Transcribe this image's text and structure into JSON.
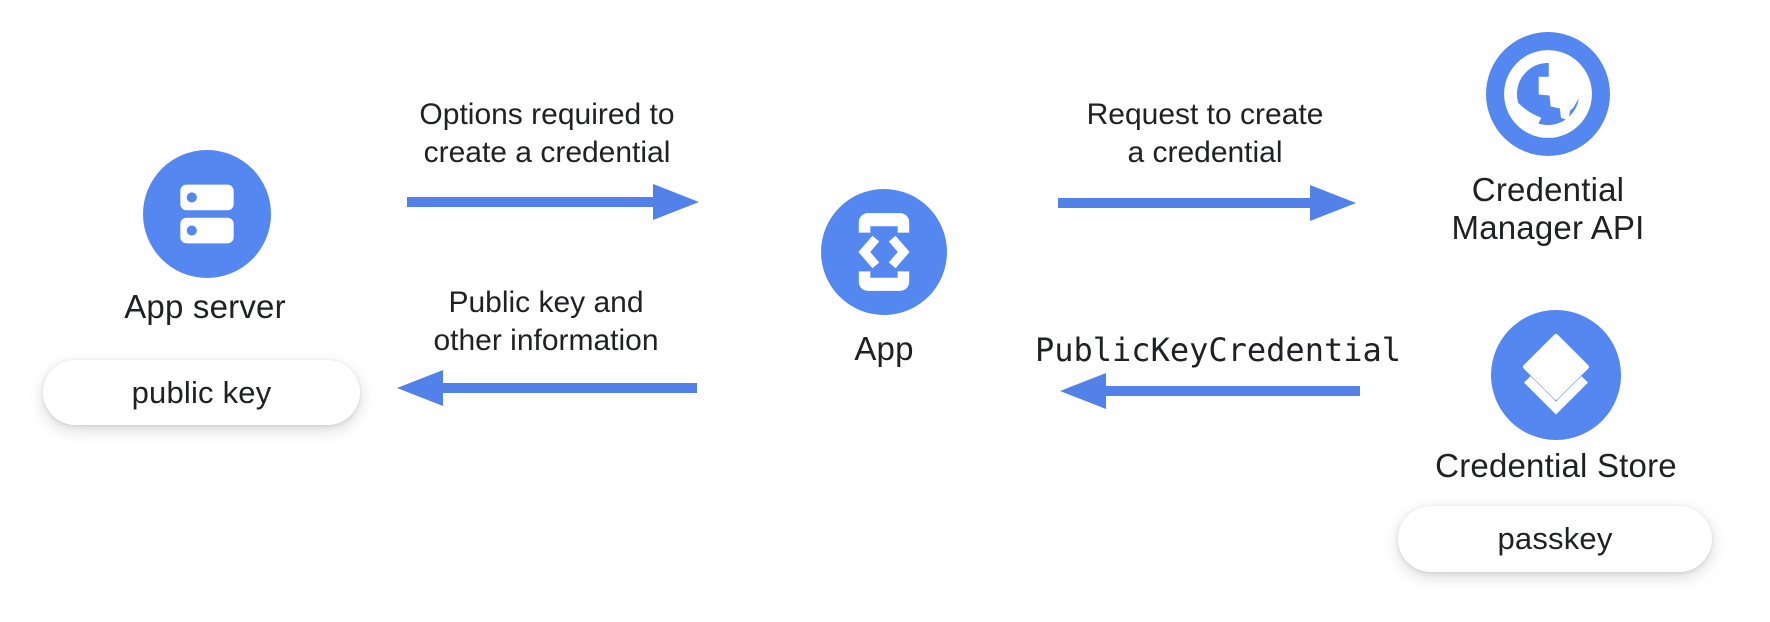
{
  "theme": {
    "circle_blue": "#5587F0",
    "arrow_blue": "#5181E9",
    "text_dark": "#202124",
    "pill_bg": "#FFFFFF",
    "canvas_bg": "#FFFFFF"
  },
  "nodes": {
    "app_server": {
      "label": "App server",
      "icon": "server-icon",
      "badge": "public key"
    },
    "app": {
      "label": "App",
      "icon": "phone-code-icon"
    },
    "credential_manager_api": {
      "lines": [
        "Credential",
        "Manager API"
      ],
      "icon": "globe-icon"
    },
    "credential_store": {
      "label": "Credential Store",
      "icon": "layers-icon",
      "badge": "passkey"
    }
  },
  "arrows": [
    {
      "name": "options-to-create",
      "direction": "right",
      "lines": [
        "Options required to",
        "create a credential"
      ]
    },
    {
      "name": "request-to-create",
      "direction": "right",
      "lines": [
        "Request to create",
        "a credential"
      ]
    },
    {
      "name": "public-key-and-info",
      "direction": "left",
      "lines": [
        "Public key and",
        "other information"
      ]
    },
    {
      "name": "publickeycredential-return",
      "direction": "left",
      "monospace": true,
      "lines": [
        "PublicKeyCredential"
      ]
    }
  ]
}
